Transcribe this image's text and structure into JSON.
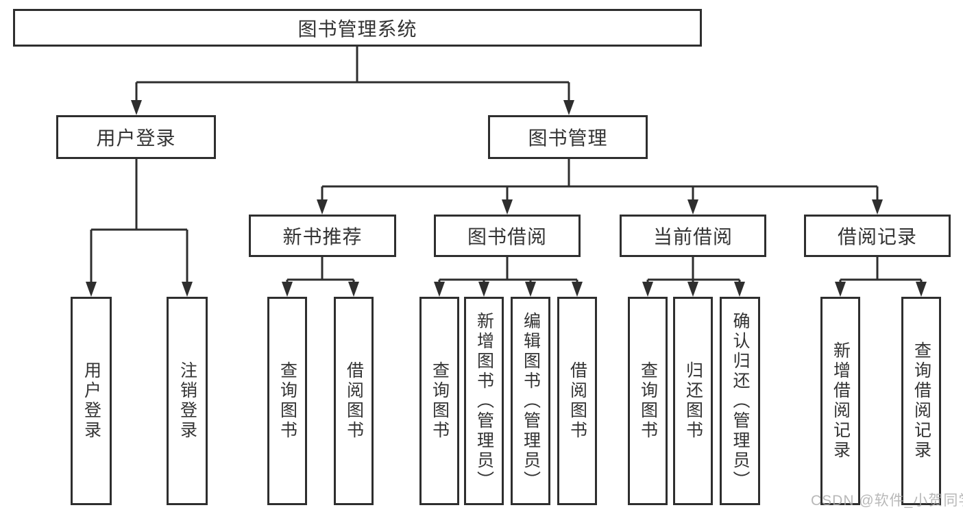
{
  "diagram": {
    "type": "hierarchy-tree",
    "colors": {
      "line": "#2e2e2e",
      "box_border": "#2e2e2e",
      "box_fill": "#ffffff",
      "text": "#333333",
      "watermark_text_color": "#a8a8a8"
    },
    "tree": {
      "root": {
        "label": "图书管理系统"
      },
      "children": [
        {
          "label": "用户登录",
          "children": [
            {
              "label": "用户登录"
            },
            {
              "label": "注销登录"
            }
          ]
        },
        {
          "label": "图书管理",
          "children": [
            {
              "label": "新书推荐",
              "children": [
                {
                  "label": "查询图书"
                },
                {
                  "label": "借阅图书"
                }
              ]
            },
            {
              "label": "图书借阅",
              "children": [
                {
                  "label": "查询图书"
                },
                {
                  "label": "新增图书（管理员）"
                },
                {
                  "label": "编辑图书（管理员）"
                },
                {
                  "label": "借阅图书"
                }
              ]
            },
            {
              "label": "当前借阅",
              "children": [
                {
                  "label": "查询图书"
                },
                {
                  "label": "归还图书"
                },
                {
                  "label": "确认归还（管理员）"
                }
              ]
            },
            {
              "label": "借阅记录",
              "children": [
                {
                  "label": "新增借阅记录"
                },
                {
                  "label": "查询借阅记录"
                }
              ]
            }
          ]
        }
      ]
    },
    "watermark": {
      "text": "CSDN @软件_小贺同学"
    }
  }
}
